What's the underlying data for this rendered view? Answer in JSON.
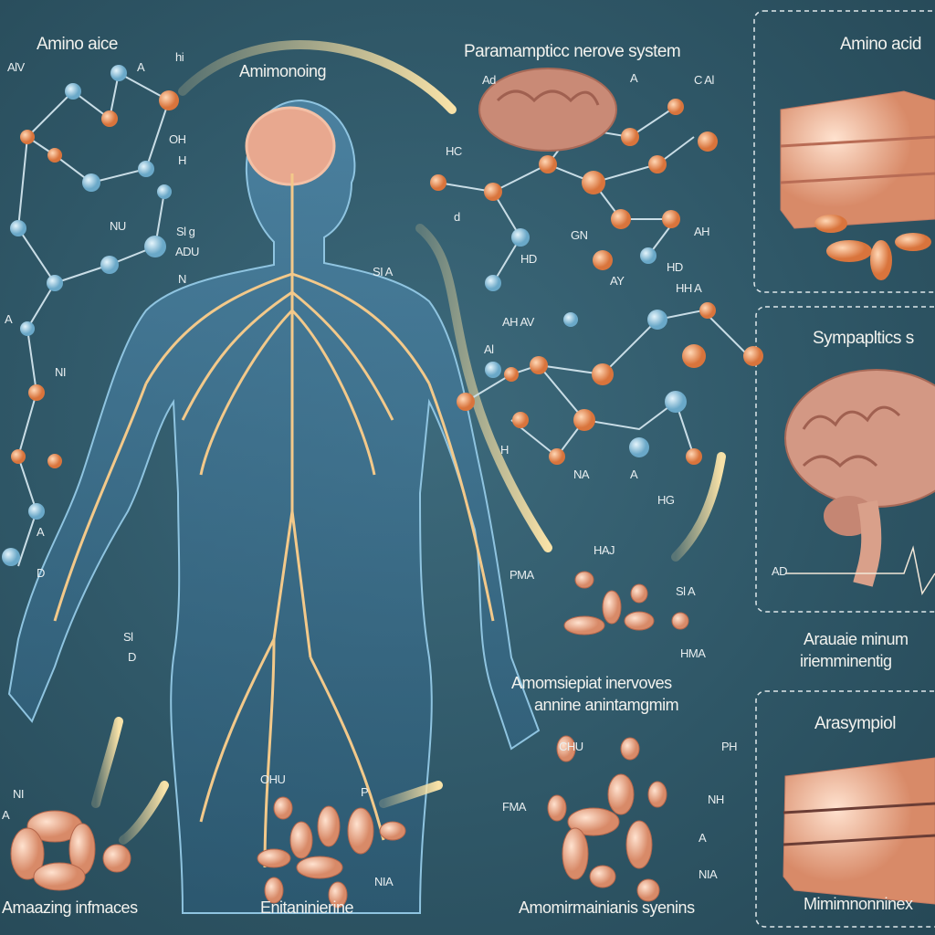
{
  "titles": {
    "amino_top_left": "Amino aice",
    "arrow_top": "Amimonoing",
    "parasympathetic": "Paramampticc nerove system",
    "box1_title": "Amino acid",
    "box2_title": "Sympapltics s",
    "box2_caption_1": "Arauaie minum",
    "box2_caption_2": "iriemminentig",
    "box3_title": "Arasympiol",
    "box3_caption": "Mimimnonninex",
    "center_caption_1": "Amomsiepiat inervoves",
    "center_caption_2": "annine anintamgmim",
    "bottom_left": "Amaazing infmaces",
    "bottom_center": "Enitaninierine",
    "bottom_right": "Amomirmainianis syenins"
  },
  "chem_labels": [
    "AlV",
    "A",
    "hi",
    "OH",
    "H",
    "NU",
    "ADU",
    "N",
    "Sl g",
    "A",
    "NI",
    "A",
    "D",
    "Sl",
    "D",
    "NI",
    "A",
    "Ad",
    "A",
    "C Al",
    "HC",
    "d",
    "GN",
    "AH",
    "HD",
    "AY",
    "HD",
    "AH AV",
    "HH A",
    "Al",
    "H",
    "NA",
    "A",
    "HG",
    "PMA",
    "HAJ",
    "Sl A",
    "HMA",
    "OHU",
    "P",
    "NIA",
    "CHU",
    "PH",
    "FMA",
    "NH",
    "A",
    "NIA",
    "AD",
    "SI A"
  ],
  "colors": {
    "background": "#2f5767",
    "nerve": "#f3c98a",
    "atom_orange": "#e58a4f",
    "atom_blue": "#8ec6e2",
    "tissue": "#f2b9a0",
    "arrow": "#f6dc9a"
  }
}
